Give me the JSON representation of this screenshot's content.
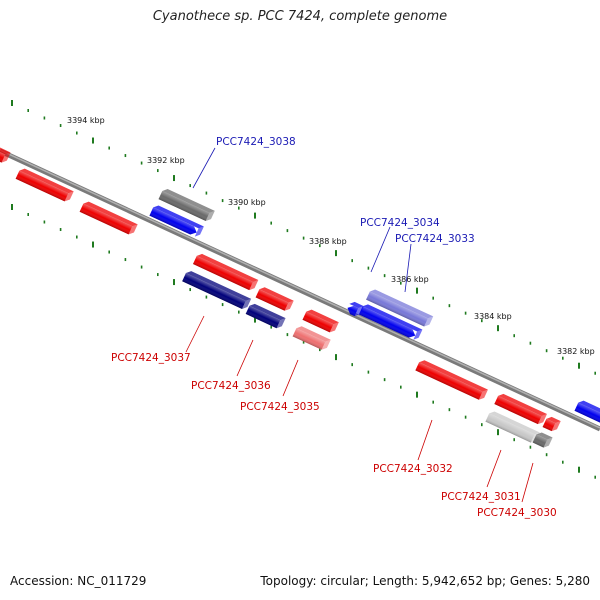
{
  "title": "Cyanothece sp. PCC 7424, complete genome",
  "footer": {
    "accession": "Accession: NC_011729",
    "stats": "Topology: circular; Length: 5,942,652 bp; Genes: 5,280"
  },
  "colors": {
    "backbone": "#8a8a8a",
    "ticks": "#1f7a1f",
    "label_blue": "#1a1ab4",
    "label_red": "#cc0000",
    "gene_red": "#ee0000",
    "gene_blue": "#0000ee",
    "gene_navy": "#00007a",
    "gene_gray": "#6a6a6a",
    "gene_light_gray": "#c8c8c8",
    "gene_lavender": "#7878d8",
    "gene_pink": "#ee7070"
  },
  "scale_labels": [
    "3394 kbp",
    "3392 kbp",
    "3390 kbp",
    "3388 kbp",
    "3386 kbp",
    "3384 kbp",
    "3382 kbp"
  ],
  "gene_labels": {
    "PCC7424_3038": "PCC7424_3038",
    "PCC7424_3034": "PCC7424_3034",
    "PCC7424_3033": "PCC7424_3033",
    "PCC7424_3037": "PCC7424_3037",
    "PCC7424_3036": "PCC7424_3036",
    "PCC7424_3035": "PCC7424_3035",
    "PCC7424_3032": "PCC7424_3032",
    "PCC7424_3031": "PCC7424_3031",
    "PCC7424_3030": "PCC7424_3030"
  }
}
